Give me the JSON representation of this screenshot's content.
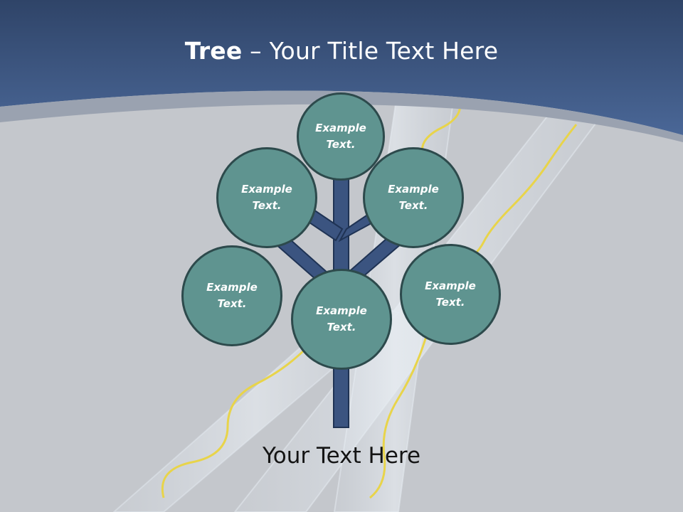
{
  "title": {
    "bold": "Tree",
    "separator": " – ",
    "rest": "Your Title Text Here"
  },
  "nodes": [
    {
      "label": "Example Text."
    },
    {
      "label": "Example Text."
    },
    {
      "label": "Example Text."
    },
    {
      "label": "Example Text."
    },
    {
      "label": "Example Text."
    },
    {
      "label": "Example Text."
    }
  ],
  "caption": "Your Text Here",
  "colors": {
    "header": "#3f5b88",
    "background": "#c4c7cc",
    "node_fill": "#5f9490",
    "node_border": "#2d4a4c",
    "trunk": "#3b5480"
  }
}
